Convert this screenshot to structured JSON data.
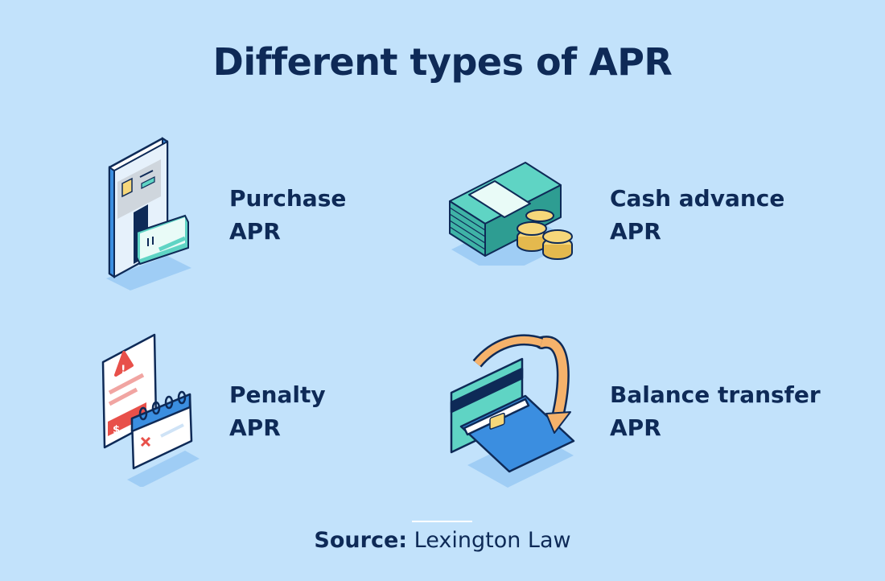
{
  "title": "Different types of APR",
  "items": [
    {
      "line1": "Purchase",
      "line2": "APR",
      "icon": "phone-card-icon"
    },
    {
      "line1": "Cash advance",
      "line2": "APR",
      "icon": "cash-stack-icon"
    },
    {
      "line1": "Penalty",
      "line2": "APR",
      "icon": "warning-calendar-icon"
    },
    {
      "line1": "Balance transfer",
      "line2": "APR",
      "icon": "card-transfer-icon"
    }
  ],
  "source": {
    "label": "Source:",
    "name": "Lexington Law"
  },
  "colors": {
    "background": "#c2e2fb",
    "text": "#0e2a57",
    "teal": "#5fd4c4",
    "blue": "#3b8ee0",
    "red": "#e8504a",
    "orange": "#f5b26b",
    "gold": "#f6d77a"
  }
}
